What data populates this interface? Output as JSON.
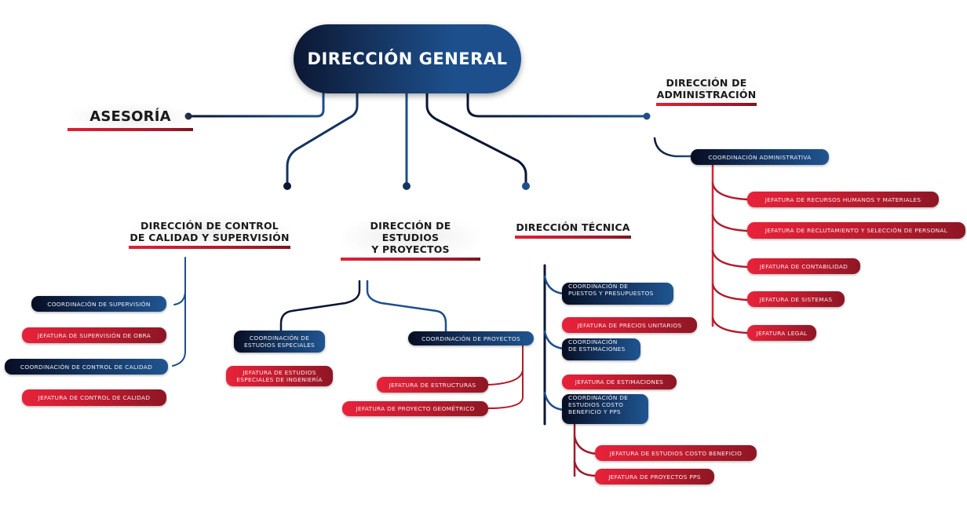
{
  "chart_title": "Organigrama",
  "colors": {
    "navy": "#0b1733",
    "blue": "#1d4f8c",
    "red": "#e02035",
    "dark_red": "#8e1624",
    "text_dark": "#1a1a1a"
  },
  "root": {
    "label": "DIRECCIÓN GENERAL"
  },
  "asesoria": {
    "label": "ASESORÍA"
  },
  "direcciones": {
    "control": {
      "label_line1": "DIRECCIÓN DE CONTROL",
      "label_line2": "DE CALIDAD Y SUPERVISIÓN",
      "items": [
        {
          "type": "coordinacion",
          "label": "COORDINACIÓN DE SUPERVISIÓN"
        },
        {
          "type": "jefatura",
          "label": "JEFATURA DE SUPERVISIÓN DE OBRA"
        },
        {
          "type": "coordinacion",
          "label": "COORDINACIÓN DE CONTROL DE CALIDAD"
        },
        {
          "type": "jefatura",
          "label": "JEFATURA DE CONTROL DE CALIDAD"
        }
      ]
    },
    "estudios": {
      "label_line1": "DIRECCIÓN DE ESTUDIOS",
      "label_line2": "Y PROYECTOS",
      "items": [
        {
          "type": "coordinacion",
          "label_line1": "COORDINACIÓN DE",
          "label_line2": "ESTUDIOS ESPECIALES"
        },
        {
          "type": "jefatura",
          "label_line1": "JEFATURA DE ESTUDIOS",
          "label_line2": "ESPECIALES DE INGENIERÍA"
        },
        {
          "type": "coordinacion",
          "label": "COORDINACIÓN DE PROYECTOS"
        },
        {
          "type": "jefatura",
          "label": "JEFATURA DE ESTRUCTURAS"
        },
        {
          "type": "jefatura",
          "label": "JEFATURA DE PROYECTO GEOMÉTRICO"
        }
      ]
    },
    "tecnica": {
      "label": "DIRECCIÓN TÉCNICA",
      "items": [
        {
          "type": "coordinacion",
          "label_line1": "COORDINACIÓN DE",
          "label_line2": "PUESTOS Y PRESUPUESTOS"
        },
        {
          "type": "jefatura",
          "label": "JEFATURA DE PRECIOS UNITARIOS"
        },
        {
          "type": "coordinacion",
          "label_line1": "COORDINACIÓN",
          "label_line2": "DE ESTIMACIONES"
        },
        {
          "type": "jefatura",
          "label": "JEFATURA DE ESTIMACIONES"
        },
        {
          "type": "coordinacion",
          "label_line1": "COORDINACIÓN DE",
          "label_line2": "ESTUDIOS COSTO",
          "label_line3": "BENEFICIO Y PPS"
        },
        {
          "type": "jefatura",
          "label": "JEFATURA DE ESTUDIOS COSTO BENEFICIO"
        },
        {
          "type": "jefatura",
          "label": "JEFATURA DE PROYECTOS PPS"
        }
      ]
    },
    "administracion": {
      "label_line1": "DIRECCIÓN DE",
      "label_line2": "ADMINISTRACIÓN",
      "items": [
        {
          "type": "coordinacion",
          "label": "COORDINACIÓN ADMINISTRATIVA"
        },
        {
          "type": "jefatura",
          "label": "JEFATURA DE RECURSOS HUMANOS Y MATERIALES"
        },
        {
          "type": "jefatura",
          "label": "JEFATURA DE RECLUTAMIENTO Y SELECCIÓN DE PERSONAL"
        },
        {
          "type": "jefatura",
          "label": "JEFATURA DE CONTABILIDAD"
        },
        {
          "type": "jefatura",
          "label": "JEFATURA DE SISTEMAS"
        },
        {
          "type": "jefatura",
          "label": "JEFATURA LEGAL"
        }
      ]
    }
  }
}
